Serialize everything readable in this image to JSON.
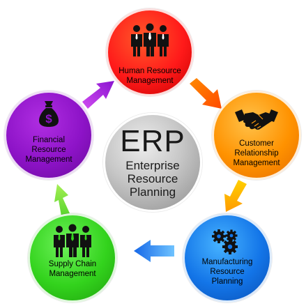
{
  "center": {
    "title": "ERP",
    "subtitle": "Enterprise\nResource\nPlanning"
  },
  "nodes": {
    "hr": {
      "label": "Human Resource\nManagement",
      "icon": "people-icon",
      "color": "#ff1a1a"
    },
    "crm": {
      "label": "Customer\nRelationship\nManagement",
      "icon": "handshake-icon",
      "color": "#ff9200"
    },
    "mfg": {
      "label": "Manufacturing\nResource\nPlanning",
      "icon": "gears-icon",
      "color": "#1375e8"
    },
    "scm": {
      "label": "Supply Chain\nManagement",
      "icon": "people-icon",
      "color": "#33d31d"
    },
    "frm": {
      "label": "Financial\nResource\nManagement",
      "icon": "money-bag-icon",
      "color": "#8d13c7"
    }
  },
  "arrows": [
    {
      "from": "hr",
      "to": "crm",
      "color": "#ff6a00"
    },
    {
      "from": "crm",
      "to": "mfg",
      "color": "#ffb300"
    },
    {
      "from": "mfg",
      "to": "scm",
      "color": "#1e90ff"
    },
    {
      "from": "scm",
      "to": "frm",
      "color": "#4cd21f"
    },
    {
      "from": "frm",
      "to": "hr",
      "color": "#9a1ed6"
    }
  ]
}
